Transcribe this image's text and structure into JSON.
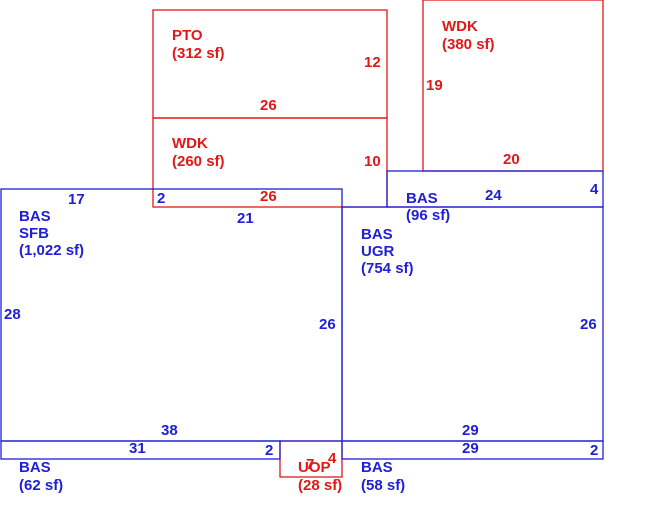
{
  "colors": {
    "main": "#1f1fd6",
    "addition": "#e01818"
  },
  "areas": {
    "bas_sfb": {
      "line1": "BAS",
      "line2": "SFB",
      "line3": "(1,022 sf)"
    },
    "bas_ugr": {
      "line1": "BAS",
      "line2": "UGR",
      "line3": "(754 sf)"
    },
    "bas_96": {
      "line1": "BAS",
      "line2": "(96 sf)"
    },
    "bas_62": {
      "line1": "BAS",
      "line2": "(62 sf)"
    },
    "bas_58": {
      "line1": "BAS",
      "line2": "(58 sf)"
    },
    "pto": {
      "line1": "PTO",
      "line2": "(312 sf)"
    },
    "wdk_260": {
      "line1": "WDK",
      "line2": "(260 sf)"
    },
    "wdk_380": {
      "line1": "WDK",
      "line2": "(380 sf)"
    },
    "uop": {
      "line1": "UOP",
      "line2": "(28 sf)"
    }
  },
  "dimensions": {
    "pto_top": "26",
    "pto_side": "12",
    "wdk260_bottom": "26",
    "wdk260_side": "10",
    "wdk260_left": "2",
    "wdk380_side": "19",
    "wdk380_bottom": "20",
    "bas96_top": "24",
    "bas96_side": "4",
    "sfb_top": "17",
    "sfb_top2": "21",
    "sfb_left": "28",
    "sfb_right": "26",
    "sfb_bottom": "38",
    "ugr_right": "26",
    "ugr_bottom": "29",
    "strip_left_top": "31",
    "strip_left_side": "2",
    "strip_right_top": "29",
    "strip_right_side": "2",
    "uop_a": "7",
    "uop_b": "4"
  }
}
